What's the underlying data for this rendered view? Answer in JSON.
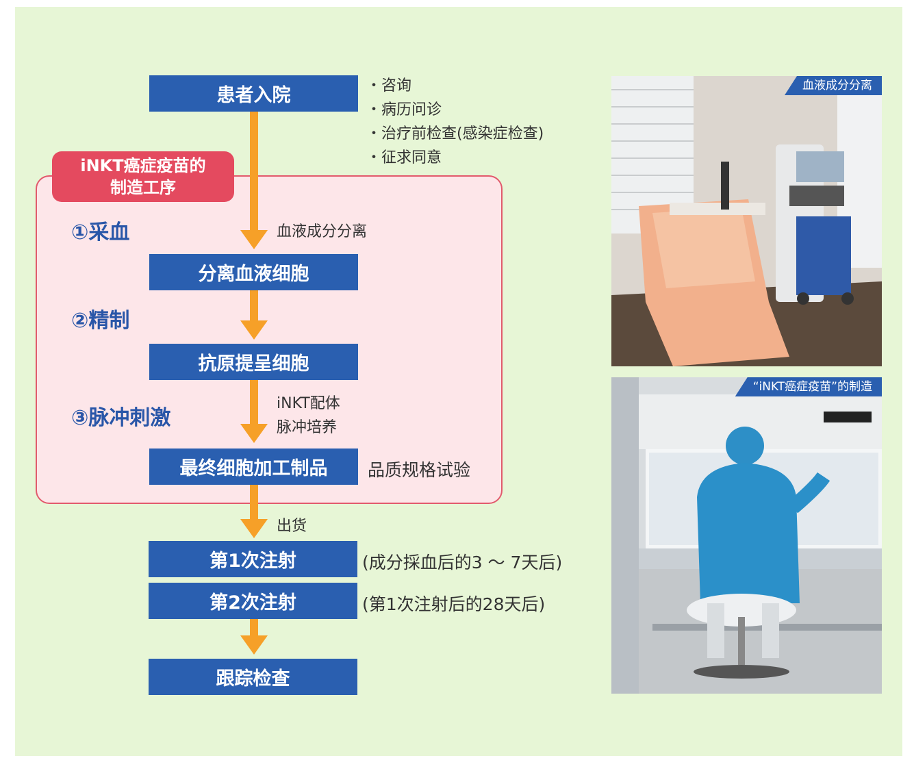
{
  "colors": {
    "panel_bg": "#e7f6d6",
    "step_box": "#2a5fb0",
    "arrow": "#f6a028",
    "process_frame": "#e25a6c",
    "process_fill": "#fde6e9",
    "step_label": "#2956a8"
  },
  "process_tab": {
    "line1": "iNKT癌症疫苗的",
    "line2": "制造工序"
  },
  "boxes": {
    "admission": "患者入院",
    "separated_cells": "分离血液细胞",
    "apc": "抗原提呈细胞",
    "final_product": "最终细胞加工制品",
    "first_injection": "第1次注射",
    "second_injection": "第2次注射",
    "follow_up": "跟踪检查"
  },
  "admission_bullets": [
    "・咨询",
    "・病历问诊",
    "・治疗前检查(感染症检查)",
    "・征求同意"
  ],
  "steps": {
    "step1": "①采血",
    "step2": "②精制",
    "step3": "③脉冲刺激"
  },
  "notes": {
    "apheresis": "血液成分分离",
    "pulse_line1": "iNKT配体",
    "pulse_line2": "脉冲培养",
    "quality_test": "品质规格试验",
    "shipment": "出货",
    "first_injection_timing": "(成分採血后的3 ～ 7天后)",
    "second_injection_timing": "(第1次注射后的28天后)"
  },
  "photos": {
    "apheresis_caption": "血液成分分离",
    "manufacturing_caption": "“iNKT癌症疫苗”的制造"
  }
}
